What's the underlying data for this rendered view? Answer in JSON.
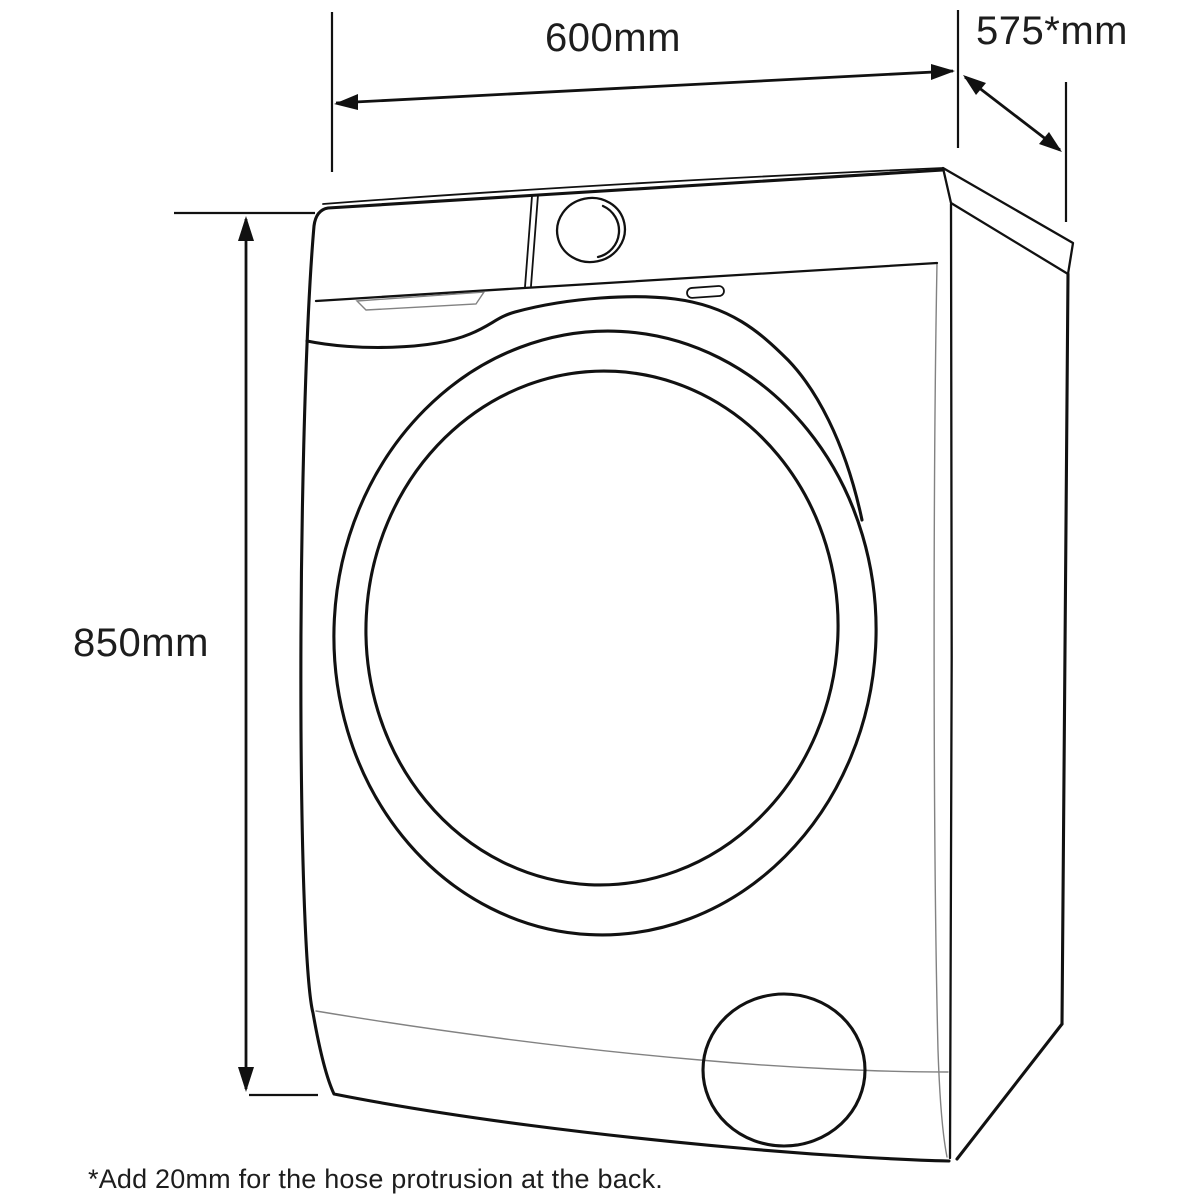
{
  "diagram": {
    "subject": "front-load washing machine dimension drawing",
    "dimensions": {
      "width": {
        "label": "600mm"
      },
      "depth": {
        "label": "575*mm"
      },
      "height": {
        "label": "850mm"
      }
    },
    "footnote": "*Add 20mm for the hose protrusion at the back.",
    "colors": {
      "background": "#ffffff",
      "line": "#111111",
      "thin_line": "#828282",
      "text": "#1d1d1d"
    }
  }
}
